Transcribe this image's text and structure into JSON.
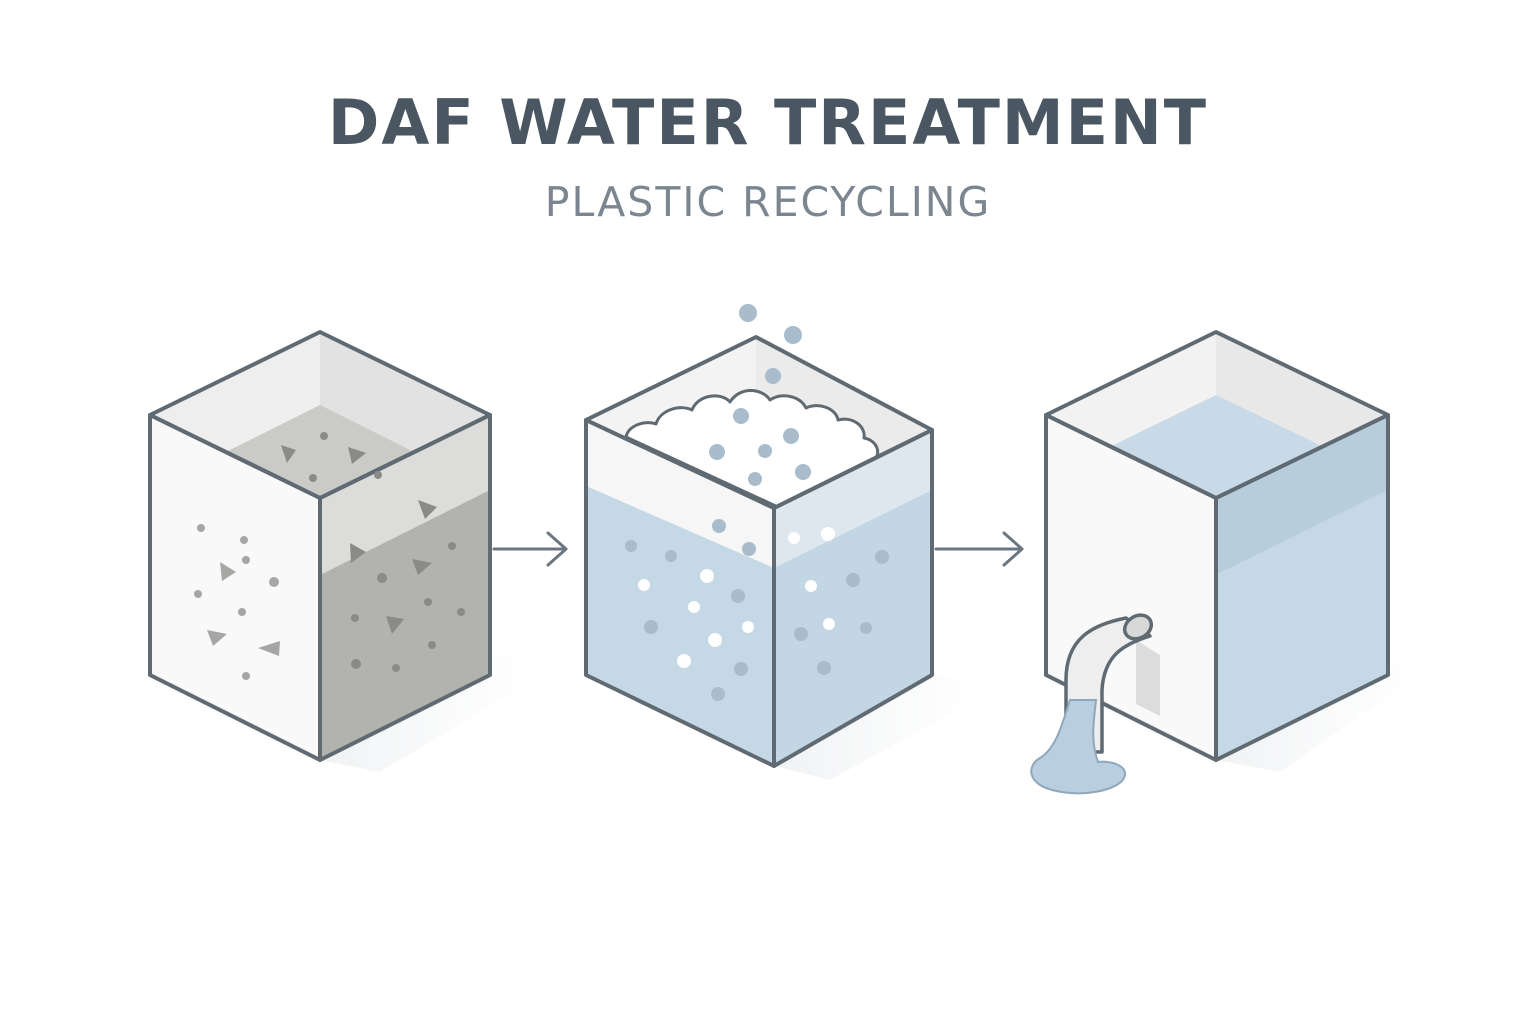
{
  "title": "DAF WATER TREATMENT",
  "subtitle": "PLASTIC RECYCLING",
  "stages": [
    {
      "name": "contaminated-water-tank",
      "liquid_color": "#b2b2ae"
    },
    {
      "name": "air-flotation-tank",
      "liquid_color": "#c5d8e6"
    },
    {
      "name": "clean-water-tank",
      "liquid_color": "#c5d8e6"
    }
  ],
  "colors": {
    "outline": "#5f6a72",
    "text_dark": "#4a5661",
    "text_light": "#7b8690",
    "particle": "#8a8a88",
    "bubble": "#a9bccb",
    "water": "#c5d8e6"
  },
  "icons": [
    "arrow-right-icon",
    "arrow-right-icon",
    "outlet-pipe-icon"
  ]
}
